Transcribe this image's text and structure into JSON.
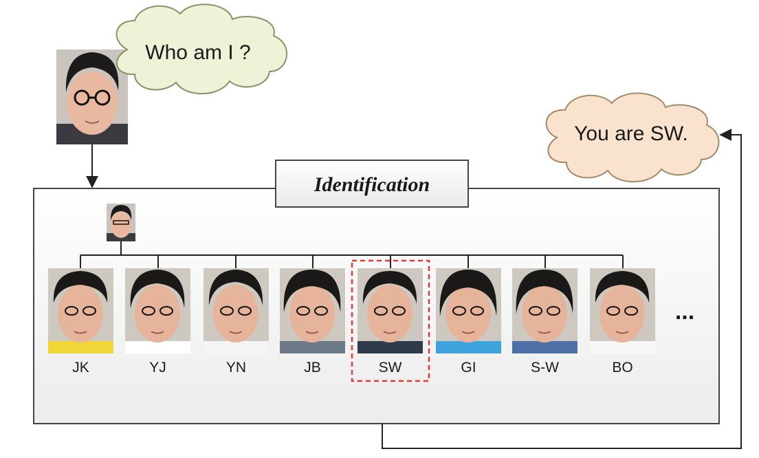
{
  "query_bubble": {
    "text": "Who am I ?",
    "color": "#eef2d6"
  },
  "answer_bubble": {
    "text": "You are SW.",
    "color": "#f9e3cf"
  },
  "panel": {
    "title": "Identification"
  },
  "gallery": {
    "subjects": [
      {
        "name": "JK",
        "shirt": "#f2d637"
      },
      {
        "name": "YJ",
        "shirt": "#ffffff"
      },
      {
        "name": "YN",
        "shirt": "#f4f4f4"
      },
      {
        "name": "JB",
        "shirt": "#6f7a88"
      },
      {
        "name": "SW",
        "shirt": "#2f3b4a",
        "highlighted": true
      },
      {
        "name": "GI",
        "shirt": "#3fa3dd"
      },
      {
        "name": "S-W",
        "shirt": "#4e6fa8"
      },
      {
        "name": "BO",
        "shirt": "#f7f7f7"
      }
    ],
    "ellipsis": "..."
  },
  "colors": {
    "highlight": "#e53935",
    "line": "#222222"
  },
  "icons": [
    "query-face-photo",
    "query-thumbnail-photo",
    "gallery-face-photo",
    "arrow-icon"
  ]
}
